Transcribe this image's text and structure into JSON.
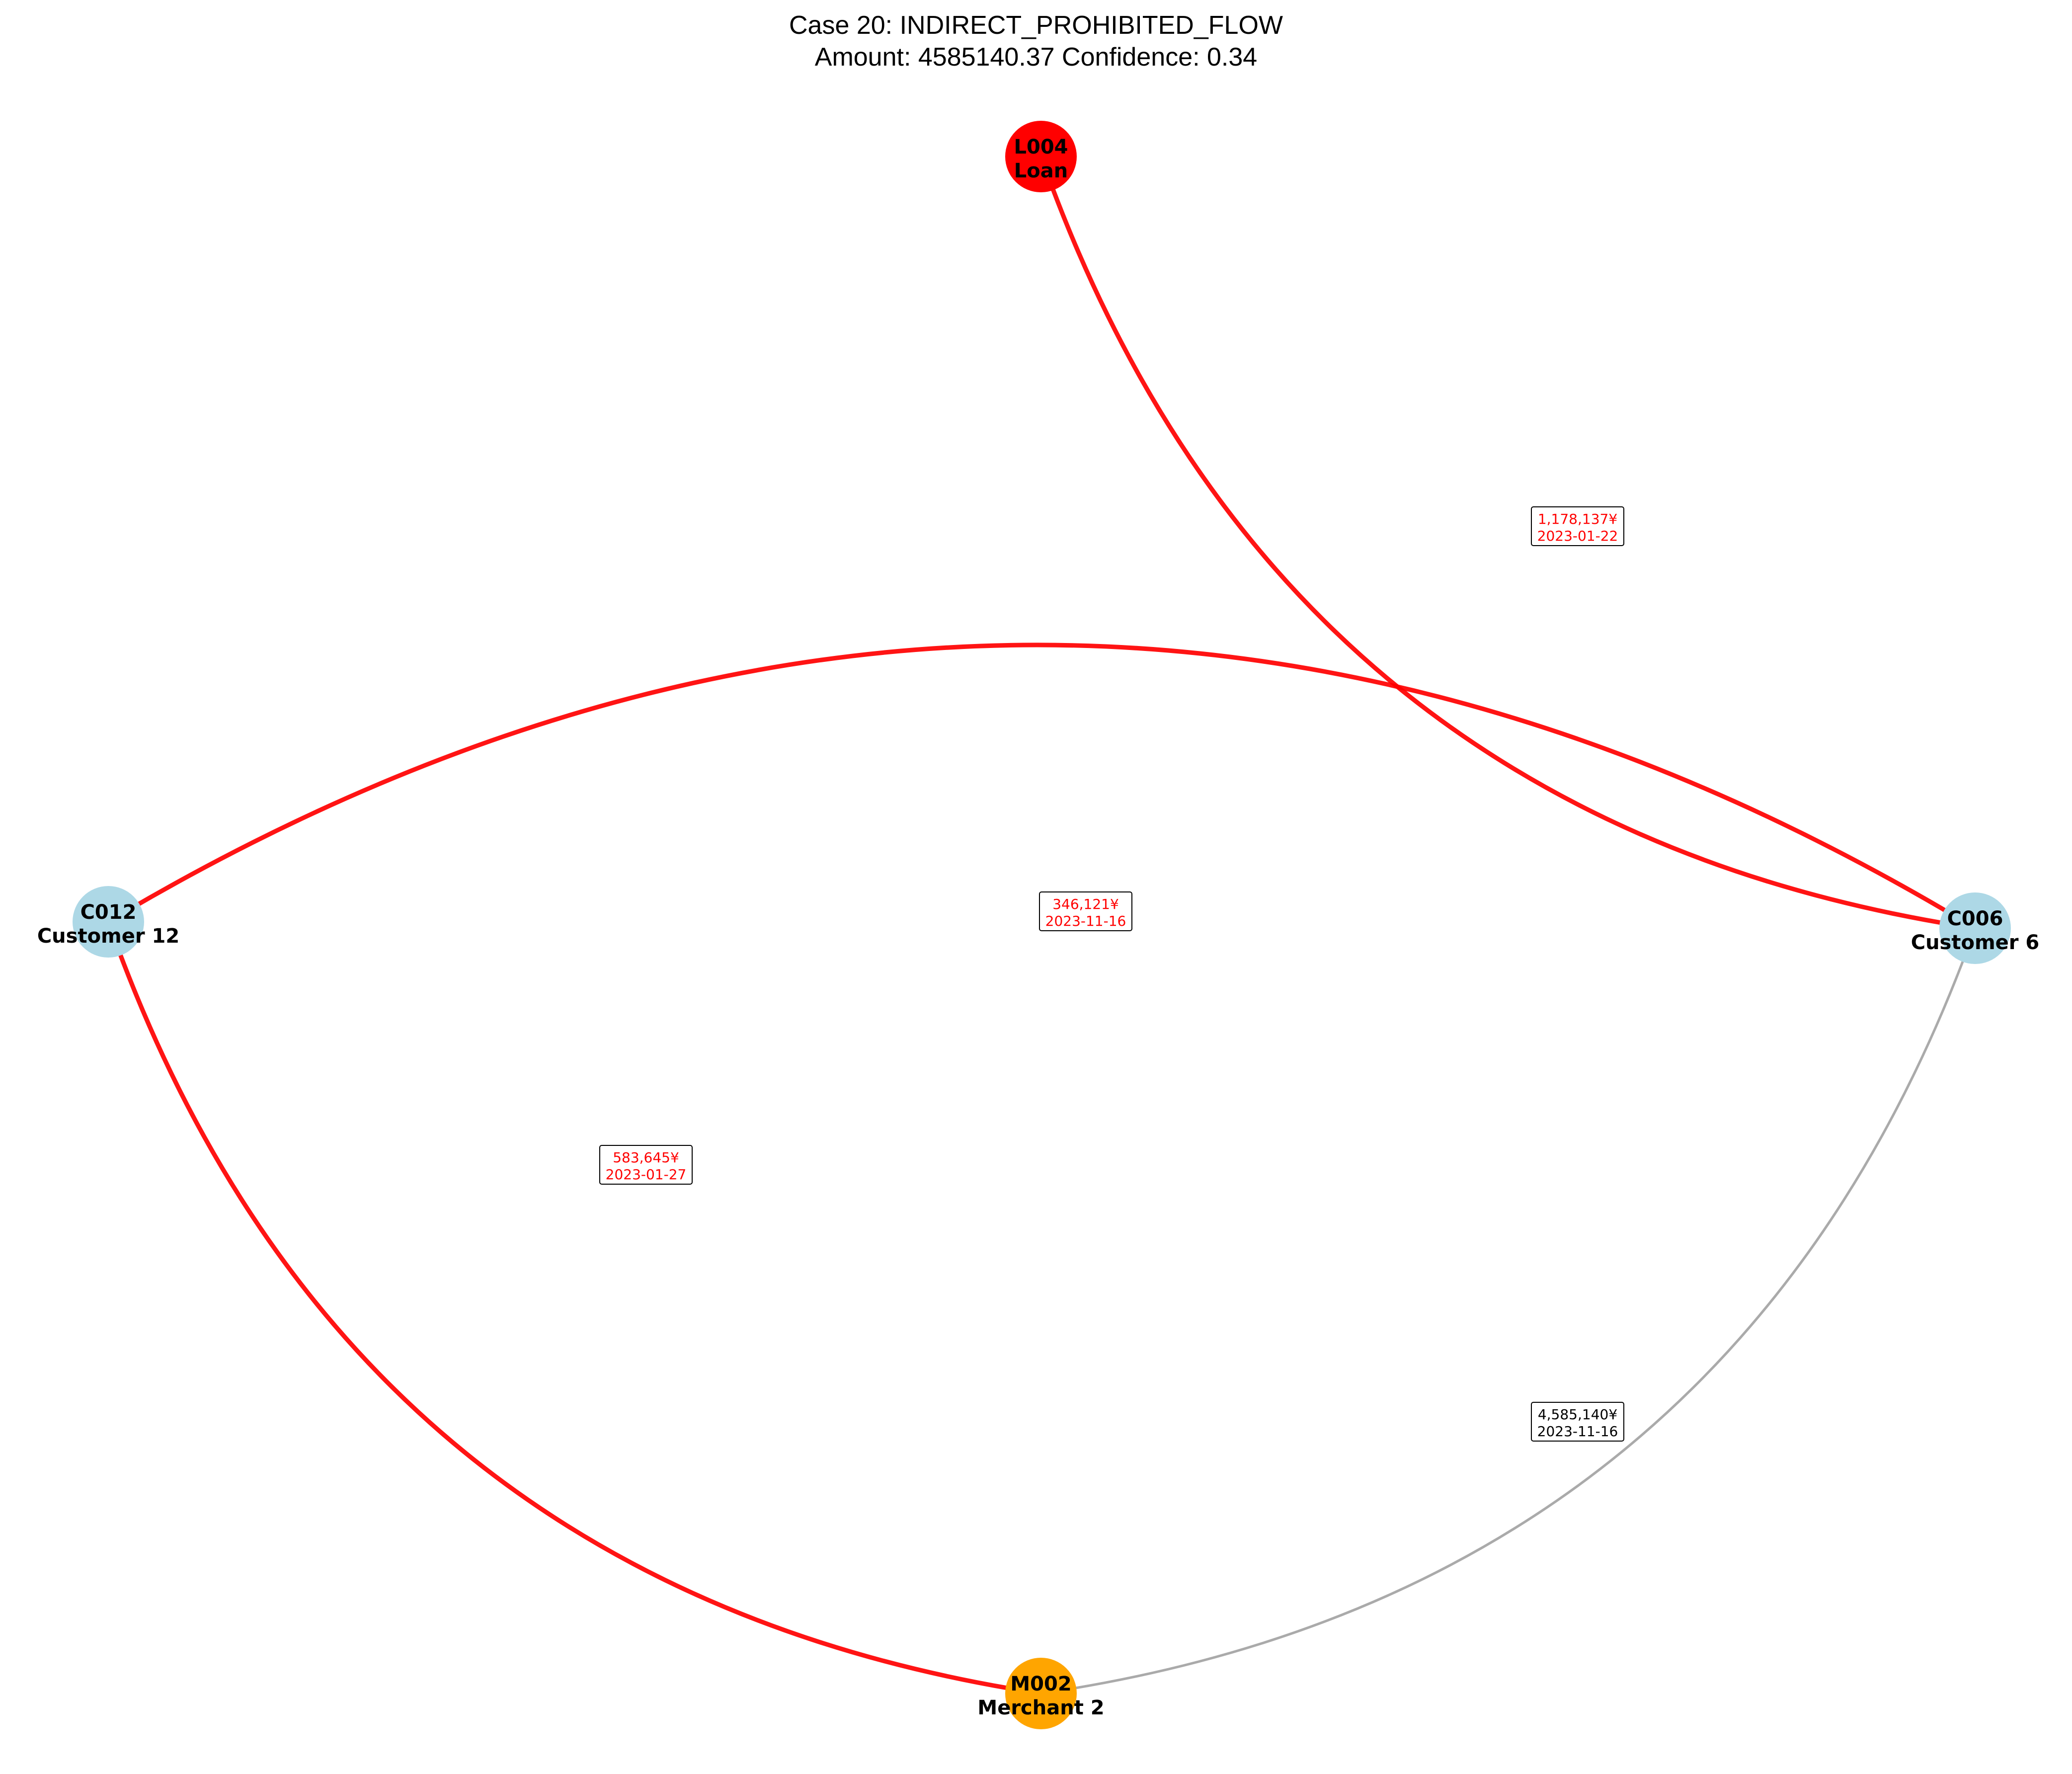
{
  "title": {
    "line1": "Case 20: INDIRECT_PROHIBITED_FLOW",
    "line2": "Amount: 4585140.37  Confidence: 0.34"
  },
  "colors": {
    "flagged": "#ff0000",
    "normal_edge": "#aaaaaa",
    "loan": "#ff0000",
    "customer": "#add8e6",
    "merchant": "#ffa500"
  },
  "nodes": [
    {
      "id": "L004",
      "name": "Loan",
      "kind": "loan"
    },
    {
      "id": "C006",
      "name": "Customer 6",
      "kind": "customer"
    },
    {
      "id": "C012",
      "name": "Customer 12",
      "kind": "customer"
    },
    {
      "id": "M002",
      "name": "Merchant 2",
      "kind": "merchant"
    }
  ],
  "edges": [
    {
      "from": "L004",
      "to": "C006",
      "amount": "1,178,137¥",
      "date": "2023-01-22",
      "flagged": true
    },
    {
      "from": "C006",
      "to": "C012",
      "amount": "346,121¥",
      "date": "2023-11-16",
      "flagged": true
    },
    {
      "from": "C012",
      "to": "M002",
      "amount": "583,645¥",
      "date": "2023-01-27",
      "flagged": true
    },
    {
      "from": "M002",
      "to": "C006",
      "amount": "4,585,140¥",
      "date": "2023-11-16",
      "flagged": false
    }
  ]
}
